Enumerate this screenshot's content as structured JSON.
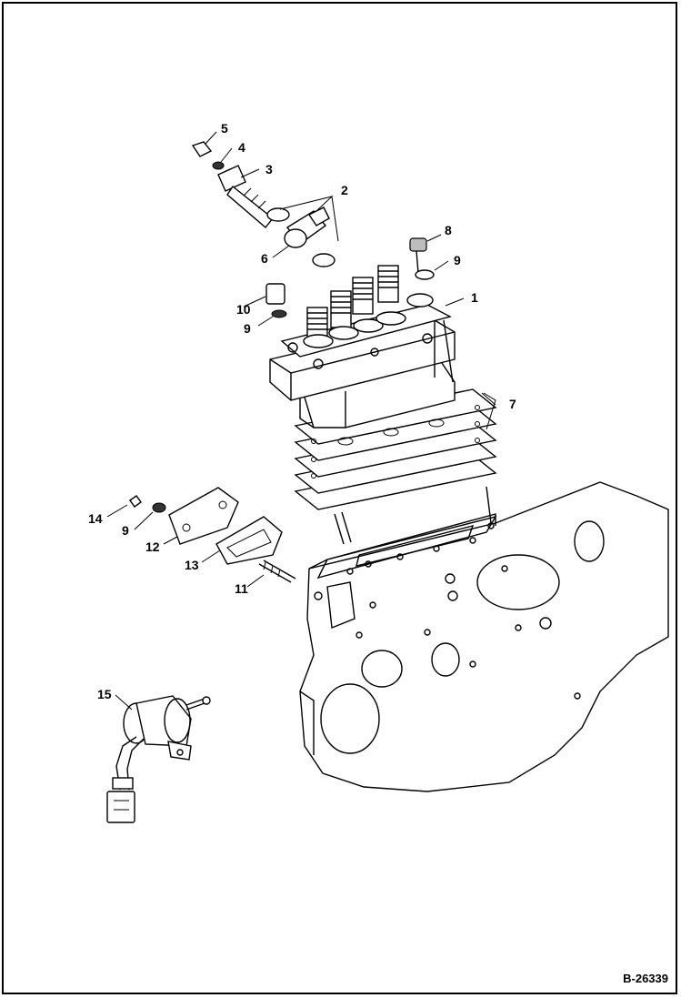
{
  "callouts": {
    "c1": "1",
    "c2": "2",
    "c3": "3",
    "c4": "4",
    "c5": "5",
    "c6": "6",
    "c7": "7",
    "c8": "8",
    "c9a": "9",
    "c9b": "9",
    "c9c": "9",
    "c10": "10",
    "c11": "11",
    "c12": "12",
    "c13": "13",
    "c14": "14",
    "c15": "15"
  },
  "figure_ref": "B-26339"
}
